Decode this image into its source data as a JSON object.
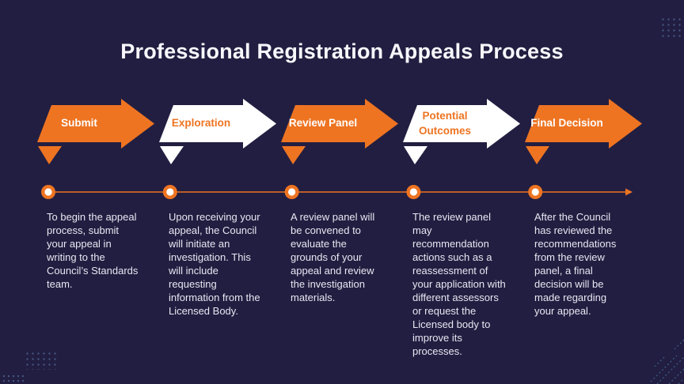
{
  "title": "Professional Registration Appeals Process",
  "colors": {
    "background": "#221E41",
    "accent_orange": "#EE7422",
    "arrow_white": "#FFFFFF",
    "body_text": "#E9E6F2",
    "decor_blue": "#44557E"
  },
  "steps": [
    {
      "label": "Submit",
      "variant": "orange",
      "description": "To begin the appeal process, submit your appeal in writing to the Council’s Standards team."
    },
    {
      "label": "Exploration",
      "variant": "white",
      "description": "Upon receiving your appeal, the Council will initiate an investigation. This will include requesting information from the Licensed Body."
    },
    {
      "label": "Review Panel",
      "variant": "orange",
      "description": "A review panel will be convened to evaluate the grounds of your appeal and review the investigation materials."
    },
    {
      "label": "Potential Outcomes",
      "variant": "white",
      "description": "The review panel may recommendation actions such as a reassessment of your application with different assessors or request the Licensed body to improve its processes."
    },
    {
      "label": "Final Decision",
      "variant": "orange",
      "description": "After the Council has reviewed the recommendations from the review panel, a final decision will be made regarding your appeal."
    }
  ]
}
